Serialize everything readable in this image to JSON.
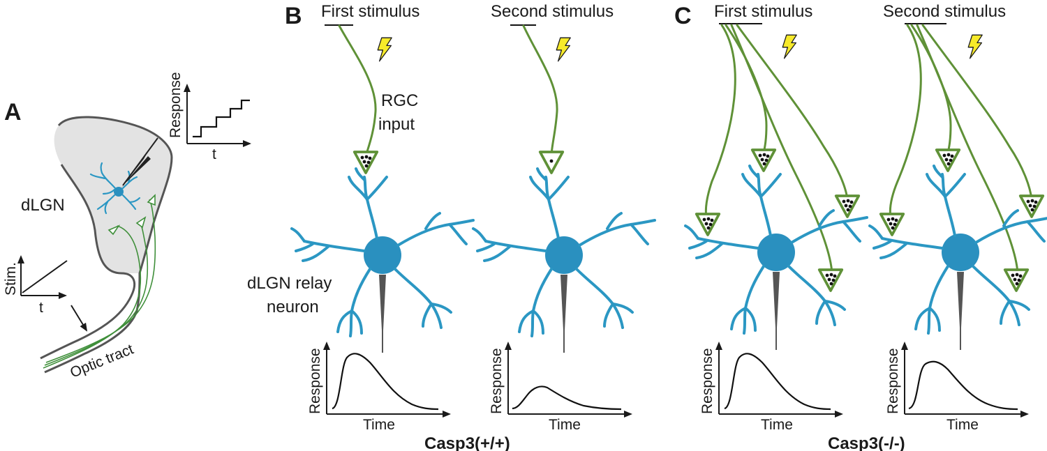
{
  "panels": {
    "A": {
      "letter": "A",
      "region_label": "dLGN",
      "tract_label": "Optic tract",
      "stim_axis": "Stim.",
      "stim_time_axis": "t",
      "response_axis": "Response",
      "response_time_axis": "t"
    },
    "B": {
      "letter": "B",
      "first_label": "First stimulus",
      "second_label": "Second stimulus",
      "rgc_label_line1": "RGC",
      "rgc_label_line2": "input",
      "neuron_label_line1": "dLGN relay",
      "neuron_label_line2": "neuron",
      "response_axis": "Response",
      "time_axis": "Time",
      "genotype": "Casp3(+/+)"
    },
    "C": {
      "letter": "C",
      "first_label": "First stimulus",
      "second_label": "Second stimulus",
      "response_axis": "Response",
      "time_axis": "Time",
      "genotype": "Casp3(-/-)"
    }
  },
  "colors": {
    "axon": "#5f9137",
    "neuron": "#2a90bf",
    "dlgn_region": "#e3e3e3",
    "stimulus_bolt": "#f7ea2a"
  },
  "icons": [
    "lightning-bolt-icon",
    "recording-electrode-icon"
  ]
}
